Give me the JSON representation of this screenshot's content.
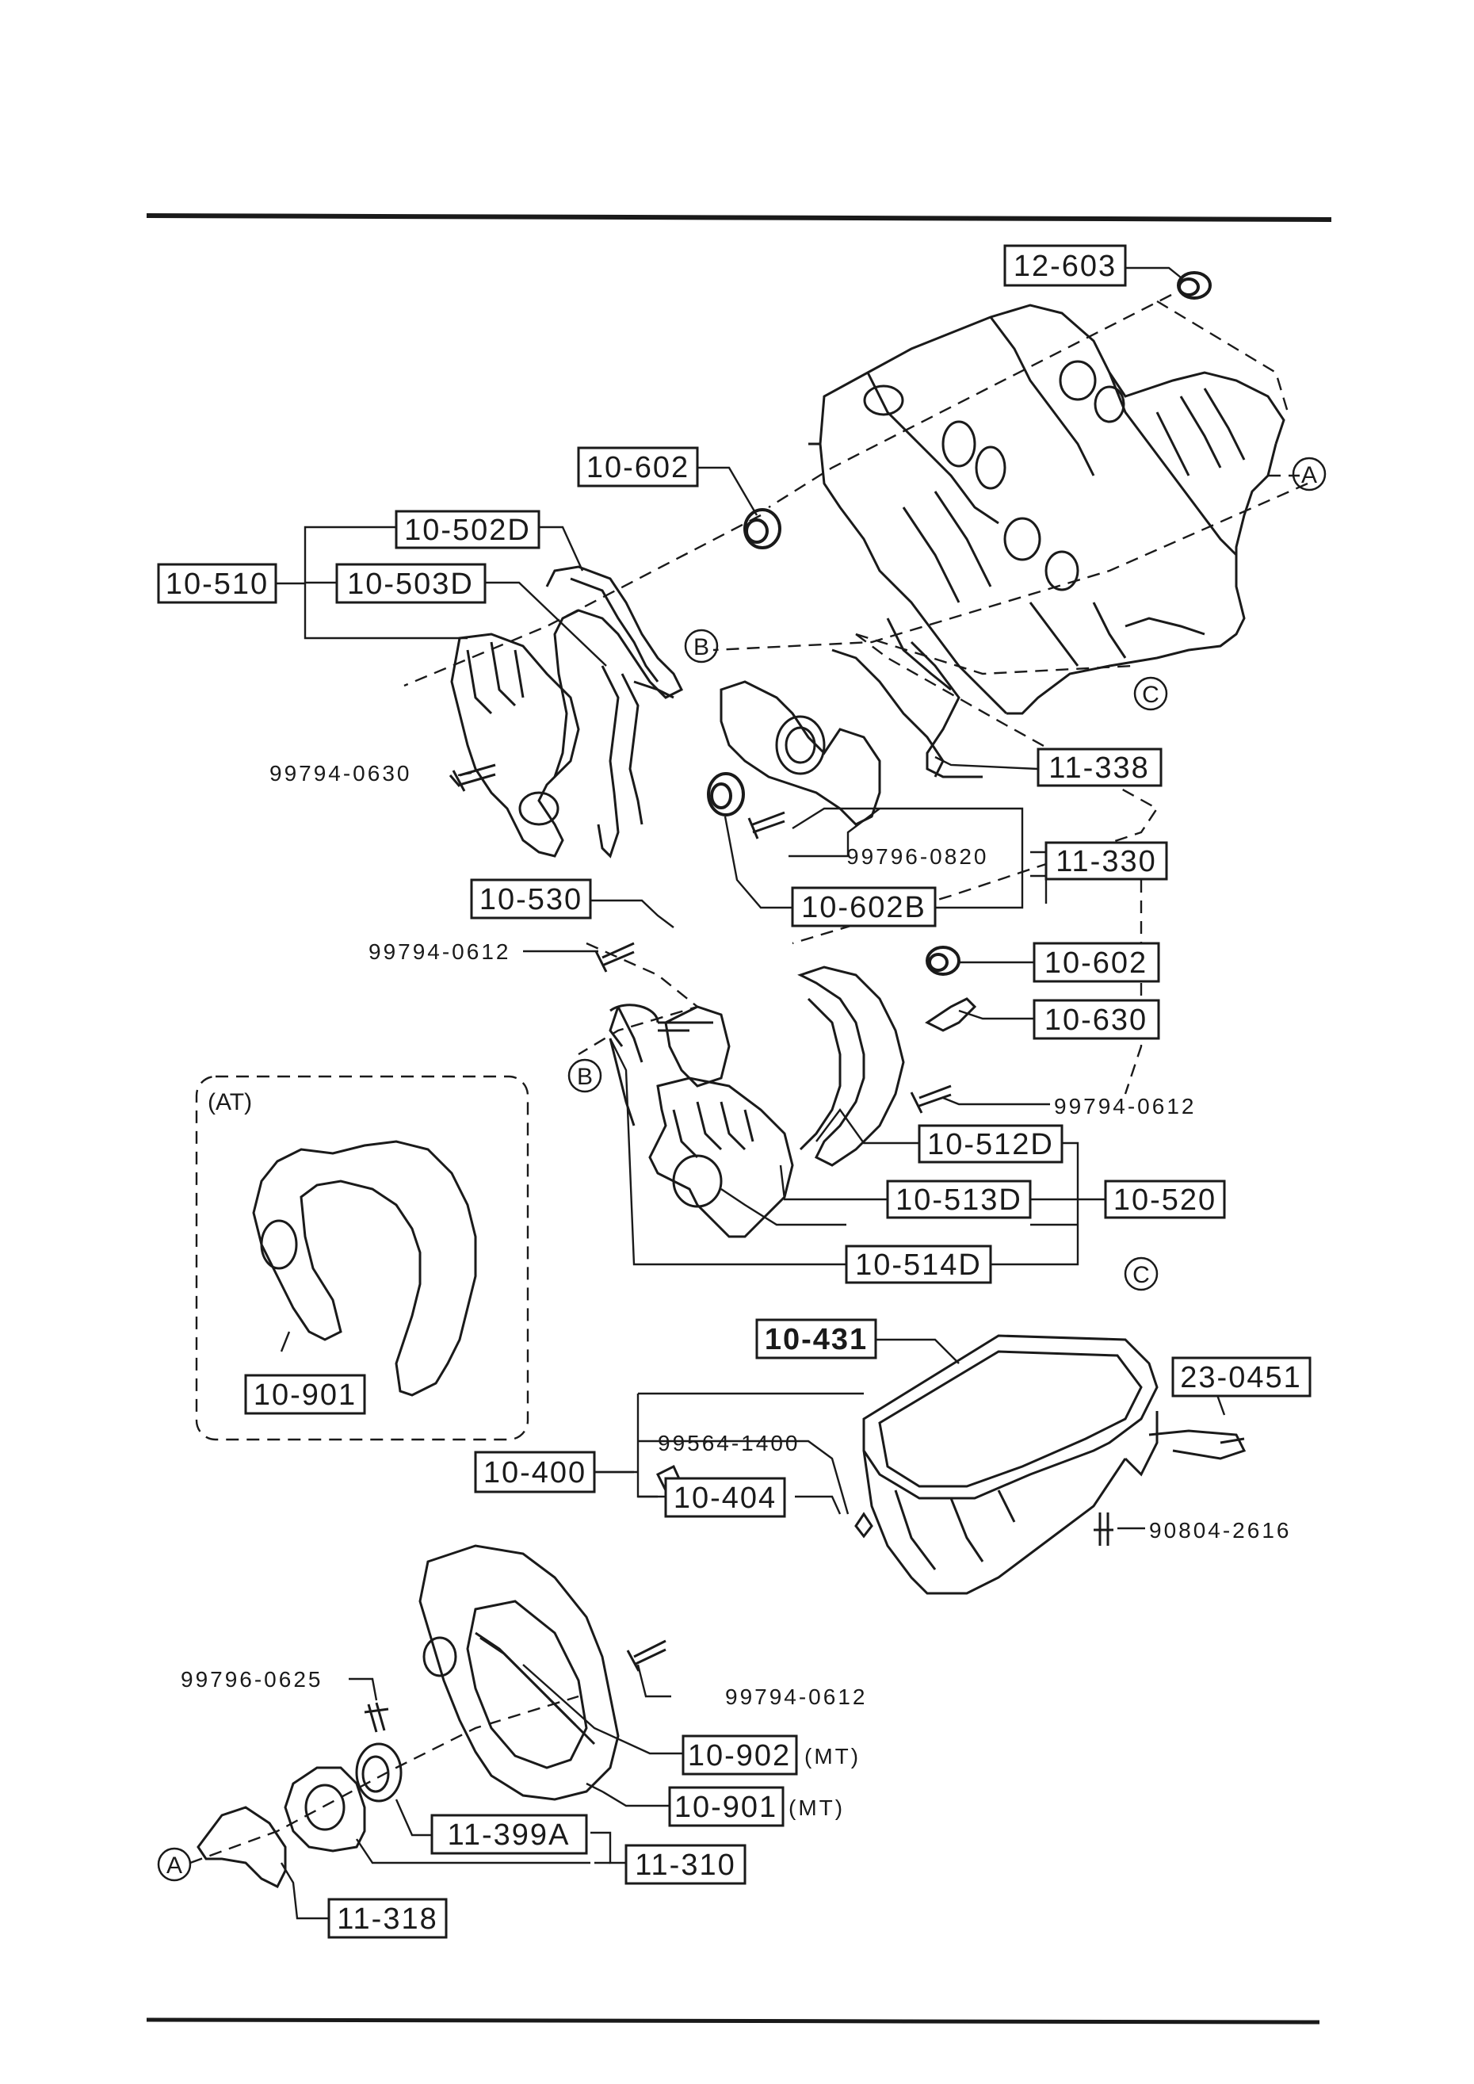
{
  "diagram": {
    "part_codes": {
      "p12_603": "12-603",
      "p10_602_top": "10-602",
      "p10_502D": "10-502D",
      "p10_510": "10-510",
      "p10_503D": "10-503D",
      "p11_338": "11-338",
      "p11_330": "11-330",
      "p10_602B": "10-602B",
      "p10_530": "10-530",
      "p10_602_mid": "10-602",
      "p10_630": "10-630",
      "p10_512D": "10-512D",
      "p10_513D": "10-513D",
      "p10_520": "10-520",
      "p10_514D": "10-514D",
      "p10_901_at": "10-901",
      "p10_431": "10-431",
      "p23_0451": "23-0451",
      "p10_400": "10-400",
      "p10_404": "10-404",
      "p10_902_mt": "10-902",
      "p10_901_mt": "10-901",
      "p11_399A": "11-399A",
      "p11_310": "11-310",
      "p11_318": "11-318"
    },
    "bolt_codes": {
      "b99794_0630": "99794-0630",
      "b99796_0820": "99796-0820",
      "b99794_0612_a": "99794-0612",
      "b99794_0612_b": "99794-0612",
      "b99564_1400": "99564-1400",
      "b90804_2616": "90804-2616",
      "b99796_0625": "99796-0625",
      "b99794_0612_c": "99794-0612"
    },
    "suffixes": {
      "mt_1": "(MT)",
      "mt_2": "(MT)"
    },
    "at_group_label": "(AT)",
    "callouts": {
      "a_top": "A",
      "a_bottom": "A",
      "b_top": "B",
      "b_mid": "B",
      "c_right": "C",
      "c_pan": "C"
    }
  }
}
